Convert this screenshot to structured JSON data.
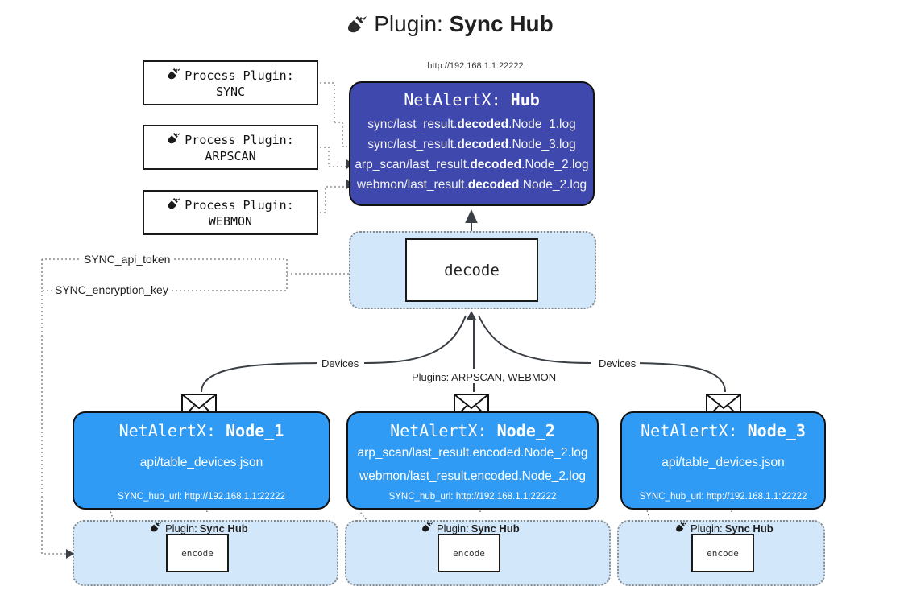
{
  "title": {
    "icon": "plug-icon",
    "prefix": "Plugin:",
    "name": "Sync Hub"
  },
  "hub": {
    "url": "http://192.168.1.1:22222",
    "title_prefix": "NetAlertX:",
    "title_name": "Hub",
    "logs": [
      {
        "pre": "sync/last_result.",
        "mid": "decoded",
        "post": ".Node_1.log"
      },
      {
        "pre": "sync/last_result.",
        "mid": "decoded",
        "post": ".Node_3.log"
      },
      {
        "pre": "arp_scan/last_result.",
        "mid": "decoded",
        "post": ".Node_2.log"
      },
      {
        "pre": "webmon/last_result.",
        "mid": "decoded",
        "post": ".Node_2.log"
      }
    ]
  },
  "process_plugins": [
    {
      "icon": "plug-icon",
      "label": "Process Plugin:",
      "name": "SYNC"
    },
    {
      "icon": "plug-icon",
      "label": "Process Plugin:",
      "name": "ARPSCAN"
    },
    {
      "icon": "plug-icon",
      "label": "Process Plugin:",
      "name": "WEBMON"
    }
  ],
  "decode": {
    "label": "decode"
  },
  "settings": {
    "api_token": "SYNC_api_token",
    "encryption_key": "SYNC_encryption_key"
  },
  "edge_labels": {
    "devices_left": "Devices",
    "devices_right": "Devices",
    "plugins_center": "Plugins: ARPSCAN, WEBMON"
  },
  "nodes": [
    {
      "title_prefix": "NetAlertX:",
      "title_name": "Node_1",
      "lines": [
        "api/table_devices.json"
      ],
      "footer": "SYNC_hub_url: http://192.168.1.1:22222",
      "envelope_icon": "envelope-icon"
    },
    {
      "title_prefix": "NetAlertX:",
      "title_name": "Node_2",
      "lines": [
        "arp_scan/last_result.encoded.Node_2.log",
        "webmon/last_result.encoded.Node_2.log"
      ],
      "footer": "SYNC_hub_url: http://192.168.1.1:22222",
      "envelope_icon": "envelope-icon"
    },
    {
      "title_prefix": "NetAlertX:",
      "title_name": "Node_3",
      "lines": [
        "api/table_devices.json"
      ],
      "footer": "SYNC_hub_url: http://192.168.1.1:22222",
      "envelope_icon": "envelope-icon"
    }
  ],
  "encode_regions": [
    {
      "icon": "plug-icon",
      "label_prefix": "Plugin:",
      "label_name": "Sync Hub",
      "box": "encode"
    },
    {
      "icon": "plug-icon",
      "label_prefix": "Plugin:",
      "label_name": "Sync Hub",
      "box": "encode"
    },
    {
      "icon": "plug-icon",
      "label_prefix": "Plugin:",
      "label_name": "Sync Hub",
      "box": "encode"
    }
  ],
  "colors": {
    "hub_fill": "#3f48ad",
    "node_fill": "#2f9bf5",
    "region_fill": "#d2e8fa",
    "stroke": "#111111",
    "dotted": "#8a8a8a"
  }
}
